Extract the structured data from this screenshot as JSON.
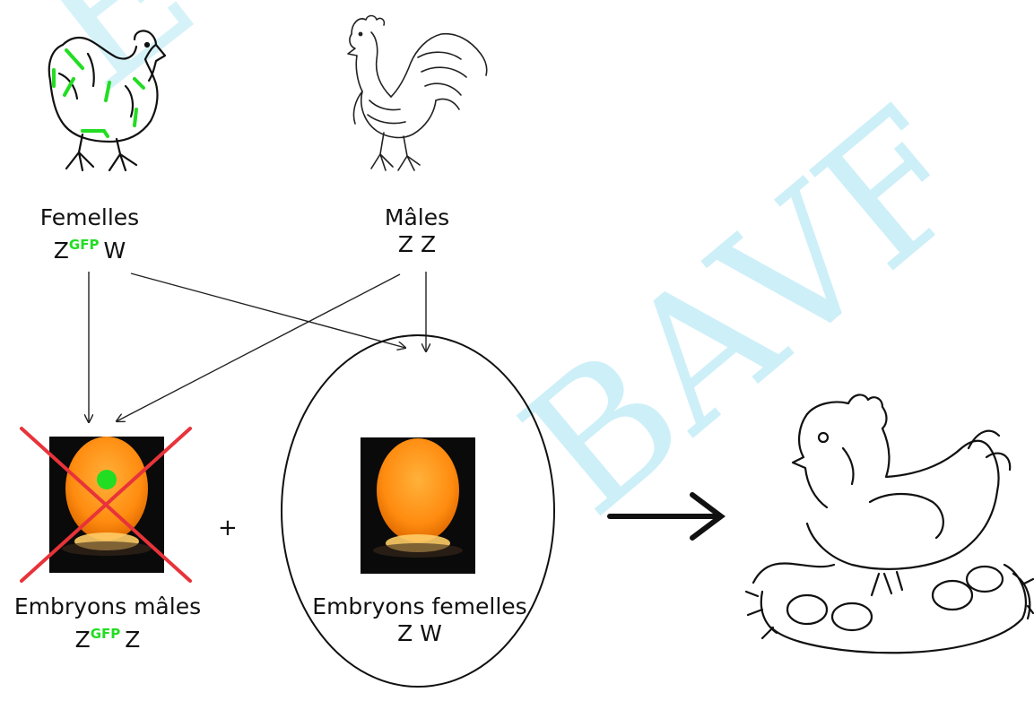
{
  "watermark": "BAVF",
  "parents": {
    "female": {
      "title": "Femelles",
      "genotype_left": "Z",
      "genotype_sup": "GFP",
      "genotype_right": "W"
    },
    "male": {
      "title": "Mâles",
      "genotype": "Z Z"
    }
  },
  "offspring": {
    "male": {
      "title": "Embryons mâles",
      "genotype_left": "Z",
      "genotype_sup": "GFP",
      "genotype_right": "Z"
    },
    "female": {
      "title": "Embryons femelles",
      "genotype": "Z W"
    }
  },
  "plus_sign": "+",
  "colors": {
    "gfp": "#22dd22",
    "cross": "#e8333a",
    "egg": "#ff9a1a",
    "watermark": "#cdeff8"
  },
  "icons": [
    "hen-gfp-icon",
    "rooster-icon",
    "egg-gfp-icon",
    "egg-icon",
    "red-cross-icon",
    "hen-on-nest-icon",
    "right-arrow-icon"
  ]
}
